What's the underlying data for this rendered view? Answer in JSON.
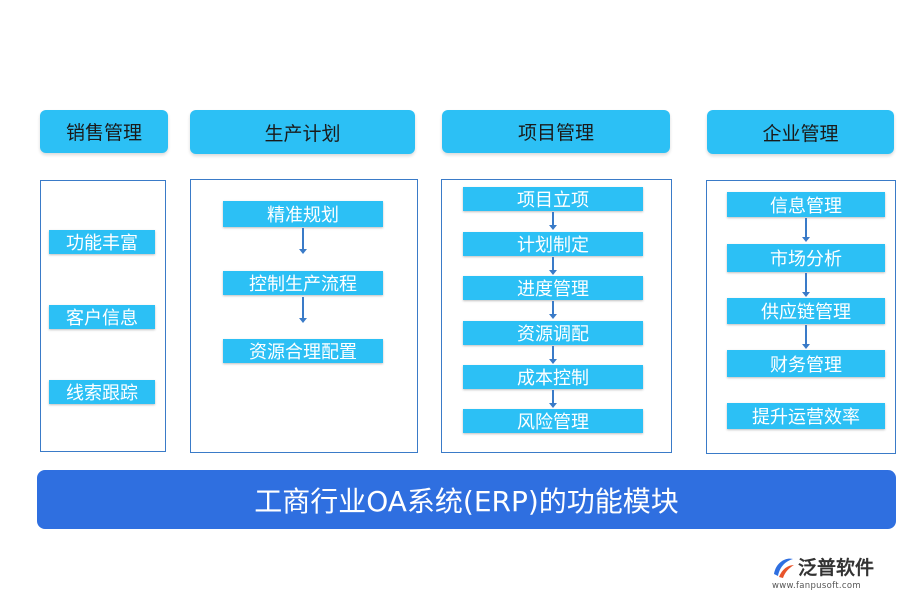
{
  "columns": [
    {
      "header": "销售管理",
      "items": [
        "功能丰富",
        "客户信息",
        "线索跟踪"
      ]
    },
    {
      "header": "生产计划",
      "items": [
        "精准规划",
        "控制生产流程",
        "资源合理配置"
      ]
    },
    {
      "header": "项目管理",
      "items": [
        "项目立项",
        "计划制定",
        "进度管理",
        "资源调配",
        "成本控制",
        "风险管理"
      ]
    },
    {
      "header": "企业管理",
      "items": [
        "信息管理",
        "市场分析",
        "供应链管理",
        "财务管理",
        "提升运营效率"
      ]
    }
  ],
  "footer": {
    "title": "工商行业OA系统(ERP)的功能模块"
  },
  "logo": {
    "name": "泛普软件",
    "url": "www.fanpusoft.com"
  },
  "colors": {
    "accent": "#2cc0f5",
    "footer": "#2f6fe0",
    "border": "#3a7bc8"
  }
}
